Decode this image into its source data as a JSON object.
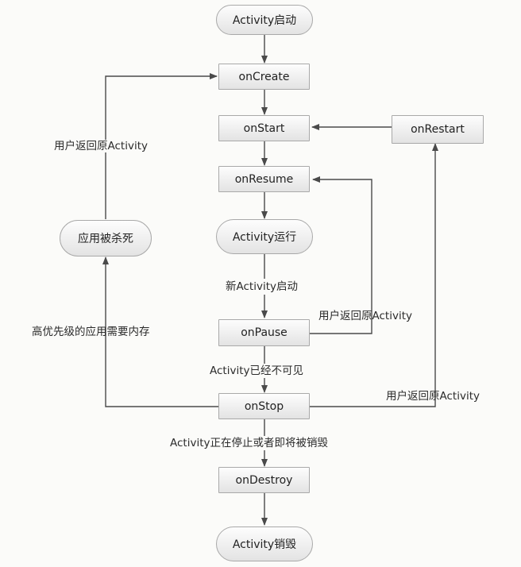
{
  "nodes": {
    "activity_start": "Activity启动",
    "on_create": "onCreate",
    "on_start": "onStart",
    "on_restart": "onRestart",
    "on_resume": "onResume",
    "activity_running": "Activity运行",
    "app_killed": "应用被杀死",
    "on_pause": "onPause",
    "on_stop": "onStop",
    "on_destroy": "onDestroy",
    "activity_destroyed": "Activity销毁"
  },
  "edge_labels": {
    "user_returns_left": "用户返回原Activity",
    "new_activity_started": "新Activity启动",
    "user_returns_pause": "用户返回原Activity",
    "higher_priority_app": "高优先级的应用需要内存",
    "activity_not_visible": "Activity已经不可见",
    "user_returns_stop": "用户返回原Activity",
    "activity_stopping": "Activity正在停止或者即将被销毁"
  },
  "colors": {
    "line": "#4a4a4a",
    "node_border": "#a9a9a9",
    "background": "#fbfbf9"
  }
}
